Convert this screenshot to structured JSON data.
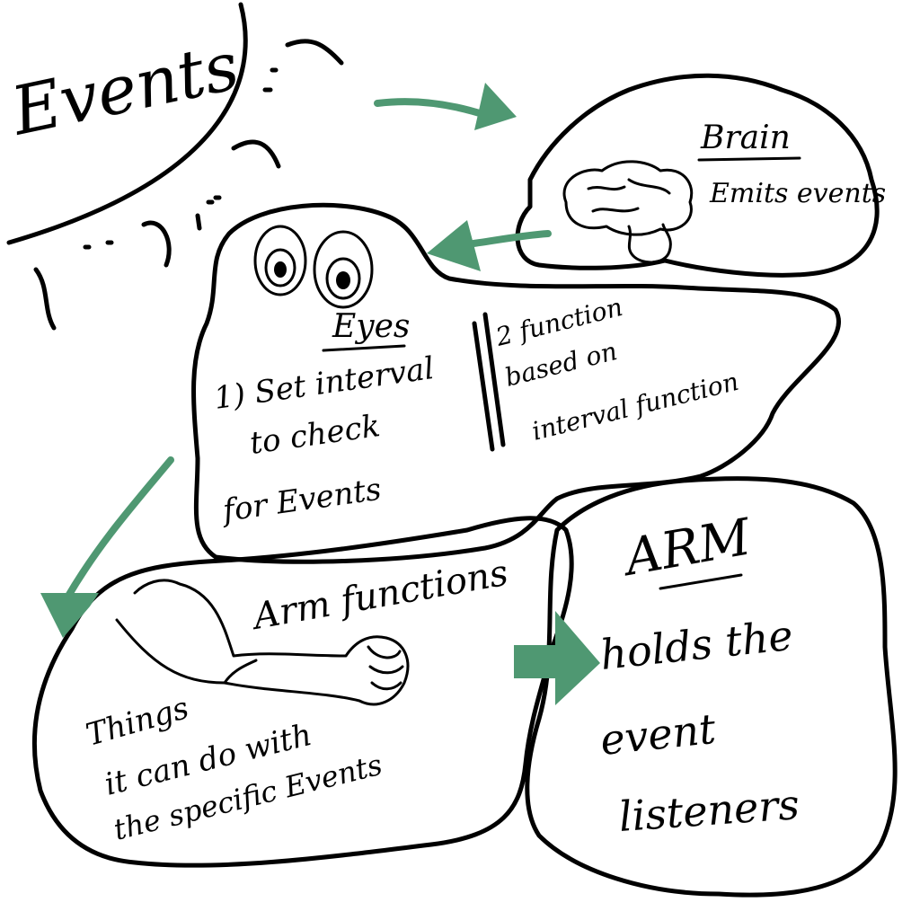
{
  "title": "Events",
  "brain": {
    "label": "Brain",
    "caption": "Emits events"
  },
  "eyes": {
    "label": "Eyes",
    "step1": [
      "1) Set interval",
      "to check",
      "for Events"
    ],
    "step2": [
      "2 function",
      "based on",
      "interval function"
    ]
  },
  "arm_functions": {
    "label": "Arm functions",
    "caption": [
      "Things",
      "it can do with",
      "the specific Events"
    ]
  },
  "arm": {
    "label": "ARM",
    "caption": [
      "holds the",
      "event",
      "listeners"
    ]
  },
  "colors": {
    "ink": "#000000",
    "arrow": "#4f9872",
    "paper": "#ffffff"
  }
}
